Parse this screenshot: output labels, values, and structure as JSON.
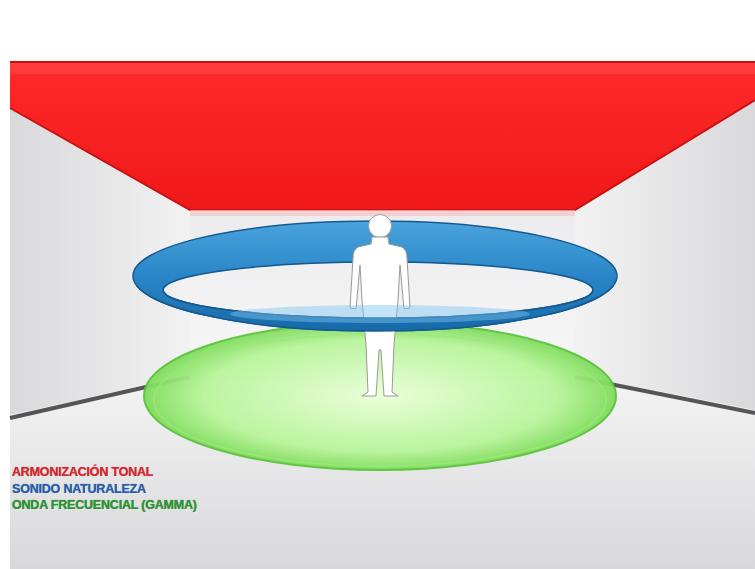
{
  "diagram": {
    "legend": [
      {
        "text": "ARMONIZACIÓN TONAL",
        "color": "#e8202a"
      },
      {
        "text": "SONIDO NATURALEZA",
        "color": "#1f5fb5"
      },
      {
        "text": "ONDA FRECUENCIAL (GAMMA)",
        "color": "#239a2a"
      }
    ]
  }
}
